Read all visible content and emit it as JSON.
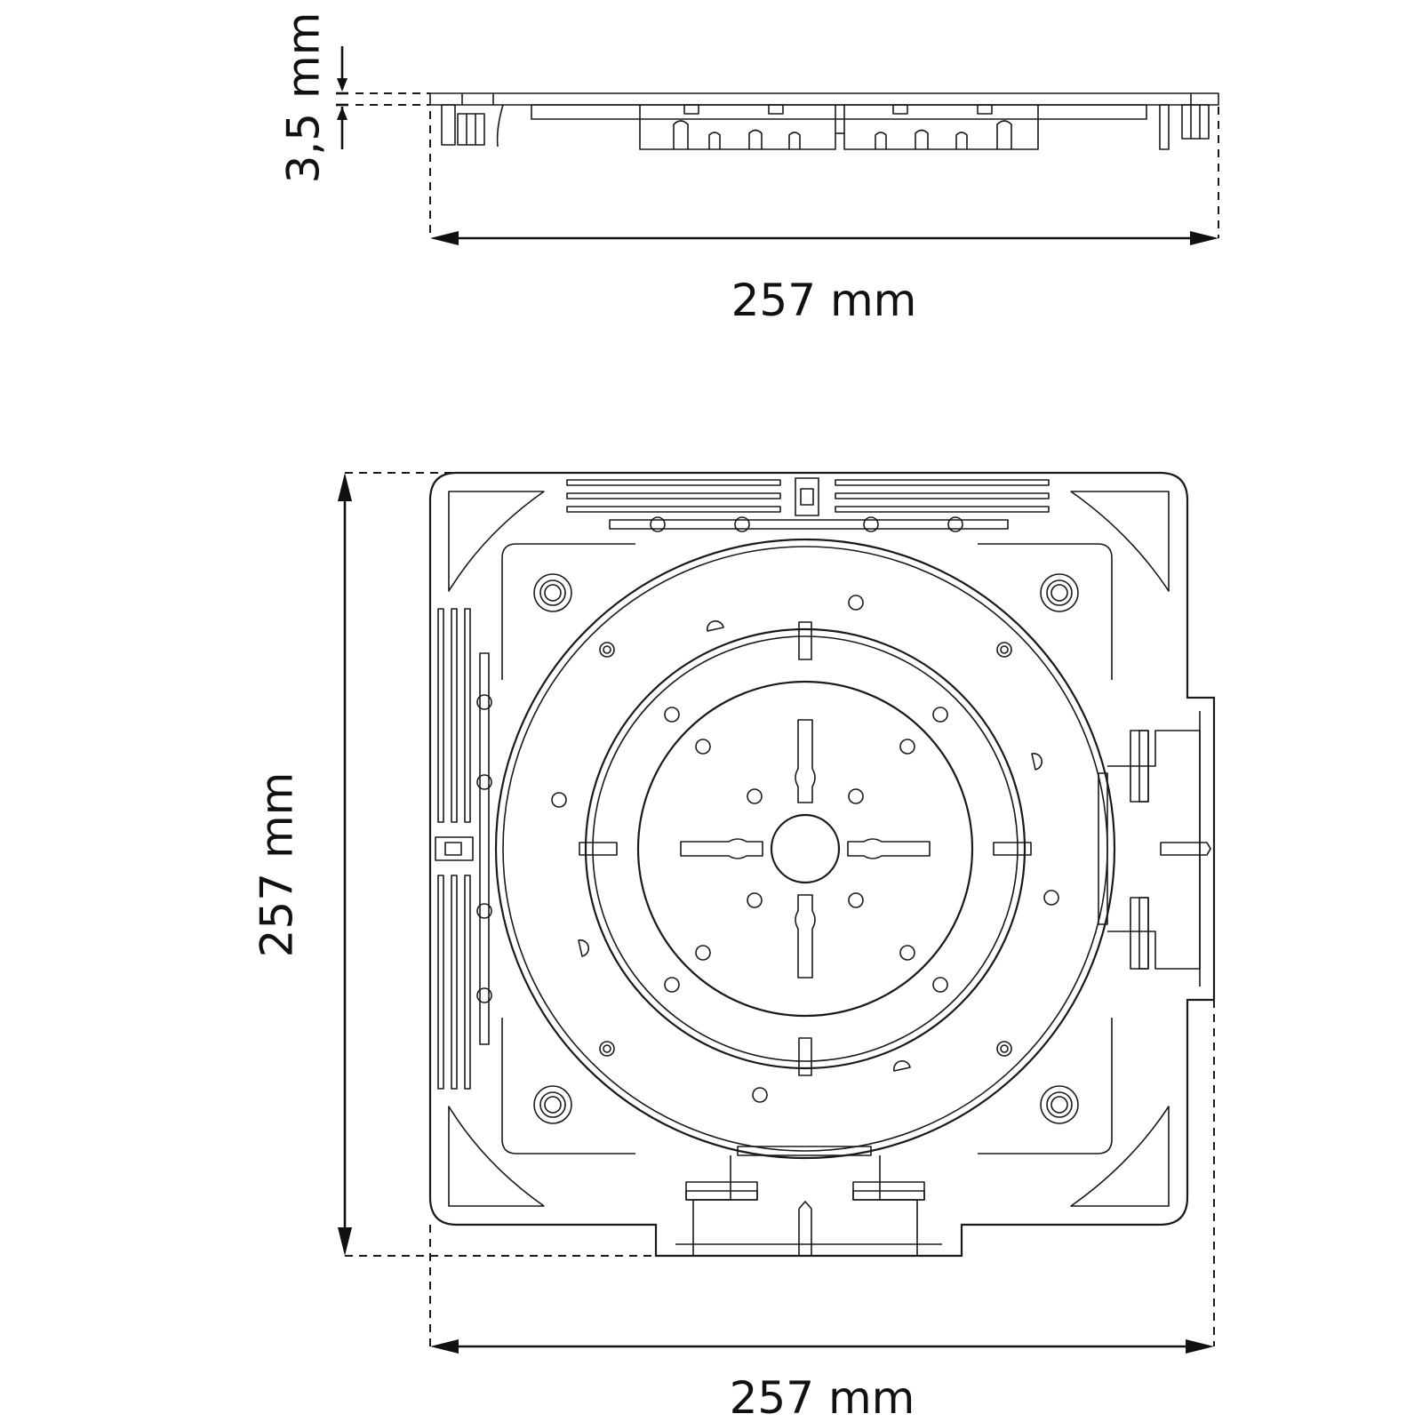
{
  "dimensions": {
    "side_view_thickness": "3,5 mm",
    "side_view_width": "257 mm",
    "top_view_height": "257 mm",
    "top_view_width": "257 mm"
  }
}
